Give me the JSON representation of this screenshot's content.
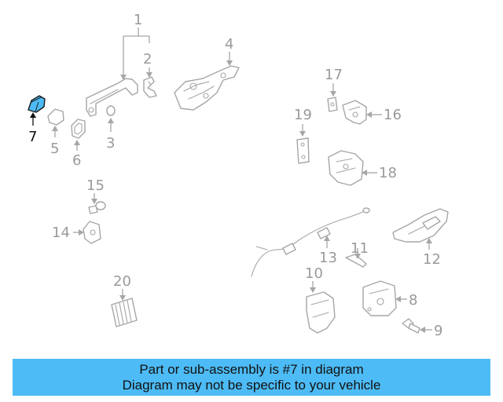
{
  "diagram": {
    "callouts": {
      "c1": "1",
      "c2": "2",
      "c3": "3",
      "c4": "4",
      "c5": "5",
      "c6": "6",
      "c7": "7",
      "c8": "8",
      "c9": "9",
      "c10": "10",
      "c11": "11",
      "c12": "12",
      "c13": "13",
      "c14": "14",
      "c15": "15",
      "c16": "16",
      "c17": "17",
      "c18": "18",
      "c19": "19",
      "c20": "20"
    },
    "highlighted_part": "7",
    "colors": {
      "highlight": "#4dbbf5",
      "line": "#a6a6a6",
      "label": "#9a9a9a",
      "active_label": "#111111"
    }
  },
  "info": {
    "line1": "Part or sub-assembly is #7 in diagram",
    "line2": "Diagram may not be specific to your vehicle"
  }
}
